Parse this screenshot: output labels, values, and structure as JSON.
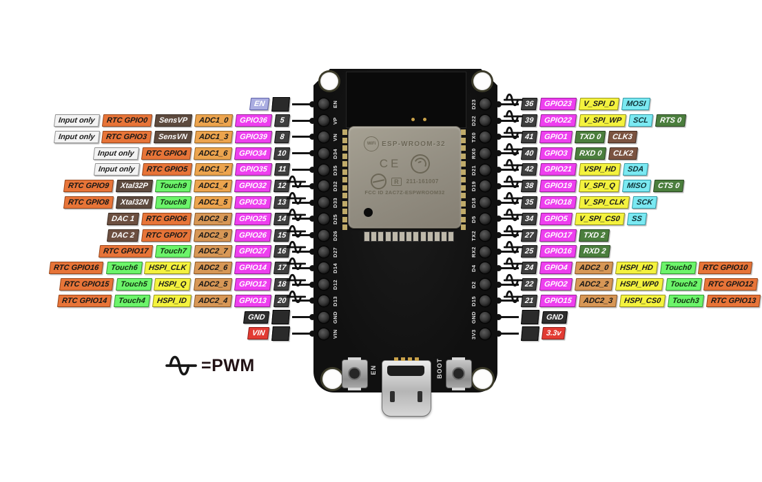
{
  "legend": {
    "pwm_label": "=PWM"
  },
  "palette": {
    "input": {
      "bg": "#F3F3F3",
      "fg": "#1A1A1A",
      "border": "#8F8F8F"
    },
    "rtc": {
      "bg": "#E77438",
      "fg": "#161616",
      "border": "#96451A"
    },
    "sens": {
      "bg": "#5D4A3E",
      "fg": "#FFFFFF",
      "border": "#362A21"
    },
    "xtal": {
      "bg": "#5D4A3E",
      "fg": "#FFFFFF",
      "border": "#362A21"
    },
    "dac": {
      "bg": "#6C4F40",
      "fg": "#FFFFFF",
      "border": "#3D2C21"
    },
    "adc1": {
      "bg": "#ECA44E",
      "fg": "#161616",
      "border": "#9A6520"
    },
    "adc2": {
      "bg": "#D79756",
      "fg": "#161616",
      "border": "#8A5523"
    },
    "gpio": {
      "bg": "#EE3FEF",
      "fg": "#FFFFFF",
      "border": "#971D98"
    },
    "touch": {
      "bg": "#6CF46A",
      "fg": "#103110",
      "border": "#2F9A2E"
    },
    "spi_yellow": {
      "bg": "#F4F23E",
      "fg": "#1A1A1A",
      "border": "#97951D"
    },
    "bus_cyan": {
      "bg": "#7BE9F2",
      "fg": "#0F3338",
      "border": "#2E97A3"
    },
    "uart_green": {
      "bg": "#4B7E3D",
      "fg": "#FFFFFF",
      "border": "#27461E"
    },
    "clk": {
      "bg": "#7B5340",
      "fg": "#FFFFFF",
      "border": "#442C20"
    },
    "en": {
      "bg": "#AAADE1",
      "fg": "#FFFFFF",
      "border": "#5C60A8"
    },
    "gnd": {
      "bg": "#2E2E2E",
      "fg": "#FFFFFF",
      "border": "#050505"
    },
    "power": {
      "bg": "#E23B33",
      "fg": "#FFFFFF",
      "border": "#8C1B15"
    },
    "pin_num": {
      "bg": "#3E3E3E",
      "fg": "#FFFFFF",
      "border": "#101010"
    }
  },
  "left_rows": [
    {
      "pin": null,
      "square": true,
      "pwm": false,
      "badges": [
        {
          "type": "en",
          "label": "EN"
        }
      ]
    },
    {
      "pin": "5",
      "square": false,
      "pwm": false,
      "badges": [
        {
          "type": "input",
          "label": "Input only"
        },
        {
          "type": "rtc",
          "label": "RTC GPIO0"
        },
        {
          "type": "sens",
          "label": "SensVP"
        },
        {
          "type": "adc1",
          "label": "ADC1_0"
        },
        {
          "type": "gpio",
          "label": "GPIO36"
        }
      ]
    },
    {
      "pin": "8",
      "square": false,
      "pwm": false,
      "badges": [
        {
          "type": "input",
          "label": "Input only"
        },
        {
          "type": "rtc",
          "label": "RTC GPIO3"
        },
        {
          "type": "sens",
          "label": "SensVN"
        },
        {
          "type": "adc1",
          "label": "ADC1_3"
        },
        {
          "type": "gpio",
          "label": "GPIO39"
        }
      ]
    },
    {
      "pin": "10",
      "square": false,
      "pwm": false,
      "badges": [
        {
          "type": "input",
          "label": "Input only"
        },
        {
          "type": "rtc",
          "label": "RTC GPIO4"
        },
        {
          "type": "adc1",
          "label": "ADC1_6"
        },
        {
          "type": "gpio",
          "label": "GPIO34"
        }
      ]
    },
    {
      "pin": "11",
      "square": false,
      "pwm": false,
      "badges": [
        {
          "type": "input",
          "label": "Input only"
        },
        {
          "type": "rtc",
          "label": "RTC GPIO5"
        },
        {
          "type": "adc1",
          "label": "ADC1_7"
        },
        {
          "type": "gpio",
          "label": "GPIO35"
        }
      ]
    },
    {
      "pin": "12",
      "square": false,
      "pwm": true,
      "badges": [
        {
          "type": "rtc",
          "label": "RTC GPIO9"
        },
        {
          "type": "xtal",
          "label": "Xtal32P"
        },
        {
          "type": "touch",
          "label": "Touch9"
        },
        {
          "type": "adc1",
          "label": "ADC1_4"
        },
        {
          "type": "gpio",
          "label": "GPIO32"
        }
      ]
    },
    {
      "pin": "13",
      "square": false,
      "pwm": true,
      "badges": [
        {
          "type": "rtc",
          "label": "RTC GPIO8"
        },
        {
          "type": "xtal",
          "label": "Xtal32N"
        },
        {
          "type": "touch",
          "label": "Touch8"
        },
        {
          "type": "adc1",
          "label": "ADC1_5"
        },
        {
          "type": "gpio",
          "label": "GPIO33"
        }
      ]
    },
    {
      "pin": "14",
      "square": false,
      "pwm": true,
      "badges": [
        {
          "type": "dac",
          "label": "DAC 1"
        },
        {
          "type": "rtc",
          "label": "RTC GPIO6"
        },
        {
          "type": "adc2",
          "label": "ADC2_8"
        },
        {
          "type": "gpio",
          "label": "GPIO25"
        }
      ]
    },
    {
      "pin": "15",
      "square": false,
      "pwm": true,
      "badges": [
        {
          "type": "dac",
          "label": "DAC 2"
        },
        {
          "type": "rtc",
          "label": "RTC GPIO7"
        },
        {
          "type": "adc2",
          "label": "ADC2_9"
        },
        {
          "type": "gpio",
          "label": "GPIO26"
        }
      ]
    },
    {
      "pin": "16",
      "square": false,
      "pwm": true,
      "badges": [
        {
          "type": "rtc",
          "label": "RTC GPIO17"
        },
        {
          "type": "touch",
          "label": "Touch7"
        },
        {
          "type": "adc2",
          "label": "ADC2_7"
        },
        {
          "type": "gpio",
          "label": "GPIO27"
        }
      ]
    },
    {
      "pin": "17",
      "square": false,
      "pwm": true,
      "badges": [
        {
          "type": "rtc",
          "label": "RTC GPIO16"
        },
        {
          "type": "touch",
          "label": "Touch6"
        },
        {
          "type": "spi_yellow",
          "label": "HSPI_CLK"
        },
        {
          "type": "adc2",
          "label": "ADC2_6"
        },
        {
          "type": "gpio",
          "label": "GPIO14"
        }
      ]
    },
    {
      "pin": "18",
      "square": false,
      "pwm": true,
      "badges": [
        {
          "type": "rtc",
          "label": "RTC GPIO15"
        },
        {
          "type": "touch",
          "label": "Touch5"
        },
        {
          "type": "spi_yellow",
          "label": "HSPI_Q"
        },
        {
          "type": "adc2",
          "label": "ADC2_5"
        },
        {
          "type": "gpio",
          "label": "GPIO12"
        }
      ]
    },
    {
      "pin": "20",
      "square": false,
      "pwm": true,
      "badges": [
        {
          "type": "rtc",
          "label": "RTC GPIO14"
        },
        {
          "type": "touch",
          "label": "Touch4"
        },
        {
          "type": "spi_yellow",
          "label": "HSPI_ID"
        },
        {
          "type": "adc2",
          "label": "ADC2_4"
        },
        {
          "type": "gpio",
          "label": "GPIO13"
        }
      ]
    },
    {
      "pin": null,
      "square": true,
      "pwm": false,
      "badges": [
        {
          "type": "gnd",
          "label": "GND"
        }
      ]
    },
    {
      "pin": null,
      "square": true,
      "pwm": false,
      "badges": [
        {
          "type": "power",
          "label": "VIN"
        }
      ]
    }
  ],
  "right_rows": [
    {
      "pin": "36",
      "square": false,
      "pwm": true,
      "badges": [
        {
          "type": "gpio",
          "label": "GPIO23"
        },
        {
          "type": "spi_yellow",
          "label": "V_SPI_D"
        },
        {
          "type": "bus_cyan",
          "label": "MOSI"
        }
      ]
    },
    {
      "pin": "39",
      "square": false,
      "pwm": true,
      "badges": [
        {
          "type": "gpio",
          "label": "GPIO22"
        },
        {
          "type": "spi_yellow",
          "label": "V_SPI_WP"
        },
        {
          "type": "bus_cyan",
          "label": "SCL"
        },
        {
          "type": "uart_green",
          "label": "RTS 0"
        }
      ]
    },
    {
      "pin": "41",
      "square": false,
      "pwm": true,
      "badges": [
        {
          "type": "gpio",
          "label": "GPIO1"
        },
        {
          "type": "uart_green",
          "label": "TXD 0"
        },
        {
          "type": "clk",
          "label": "CLK3"
        }
      ]
    },
    {
      "pin": "40",
      "square": false,
      "pwm": true,
      "badges": [
        {
          "type": "gpio",
          "label": "GPIO3"
        },
        {
          "type": "uart_green",
          "label": "RXD 0"
        },
        {
          "type": "clk",
          "label": "CLK2"
        }
      ]
    },
    {
      "pin": "42",
      "square": false,
      "pwm": true,
      "badges": [
        {
          "type": "gpio",
          "label": "GPIO21"
        },
        {
          "type": "spi_yellow",
          "label": "VSPI_HD"
        },
        {
          "type": "bus_cyan",
          "label": "SDA"
        }
      ]
    },
    {
      "pin": "38",
      "square": false,
      "pwm": true,
      "badges": [
        {
          "type": "gpio",
          "label": "GPIO19"
        },
        {
          "type": "spi_yellow",
          "label": "V_SPI_Q"
        },
        {
          "type": "bus_cyan",
          "label": "MISO"
        },
        {
          "type": "uart_green",
          "label": "CTS 0"
        }
      ]
    },
    {
      "pin": "35",
      "square": false,
      "pwm": true,
      "badges": [
        {
          "type": "gpio",
          "label": "GPIO18"
        },
        {
          "type": "spi_yellow",
          "label": "V_SPI_CLK"
        },
        {
          "type": "bus_cyan",
          "label": "SCK"
        }
      ]
    },
    {
      "pin": "34",
      "square": false,
      "pwm": true,
      "badges": [
        {
          "type": "gpio",
          "label": "GPIO5"
        },
        {
          "type": "spi_yellow",
          "label": "V_SPI_CS0"
        },
        {
          "type": "bus_cyan",
          "label": "SS"
        }
      ]
    },
    {
      "pin": "27",
      "square": false,
      "pwm": true,
      "badges": [
        {
          "type": "gpio",
          "label": "GPIO17"
        },
        {
          "type": "uart_green",
          "label": "TXD 2"
        }
      ]
    },
    {
      "pin": "25",
      "square": false,
      "pwm": true,
      "badges": [
        {
          "type": "gpio",
          "label": "GPIO16"
        },
        {
          "type": "uart_green",
          "label": "RXD 2"
        }
      ]
    },
    {
      "pin": "24",
      "square": false,
      "pwm": true,
      "badges": [
        {
          "type": "gpio",
          "label": "GPIO4"
        },
        {
          "type": "adc2",
          "label": "ADC2_0"
        },
        {
          "type": "spi_yellow",
          "label": "HSPI_HD"
        },
        {
          "type": "touch",
          "label": "Touch0"
        },
        {
          "type": "rtc",
          "label": "RTC GPIO10"
        }
      ]
    },
    {
      "pin": "22",
      "square": false,
      "pwm": true,
      "badges": [
        {
          "type": "gpio",
          "label": "GPIO2"
        },
        {
          "type": "adc2",
          "label": "ADC2_2"
        },
        {
          "type": "spi_yellow",
          "label": "HSPI_WP0"
        },
        {
          "type": "touch",
          "label": "Touch2"
        },
        {
          "type": "rtc",
          "label": "RTC GPIO12"
        }
      ]
    },
    {
      "pin": "21",
      "square": false,
      "pwm": true,
      "badges": [
        {
          "type": "gpio",
          "label": "GPIO15"
        },
        {
          "type": "adc2",
          "label": "ADC2_3"
        },
        {
          "type": "spi_yellow",
          "label": "HSPI_CS0"
        },
        {
          "type": "touch",
          "label": "Touch3"
        },
        {
          "type": "rtc",
          "label": "RTC GPIO13"
        }
      ]
    },
    {
      "pin": null,
      "square": true,
      "pwm": false,
      "badges": [
        {
          "type": "gnd",
          "label": "GND"
        }
      ]
    },
    {
      "pin": null,
      "square": true,
      "pwm": false,
      "badges": [
        {
          "type": "power",
          "label": "3.3v"
        }
      ]
    }
  ],
  "board": {
    "silkscreen": {
      "wifi_logo": "WiFi",
      "module_name": "ESP-WROOM-32",
      "ce_mark": "CE",
      "reg_mark": "R",
      "cert_number": "211-161007",
      "fcc_id": "FCC ID 2AC7Z-ESPWROOM32"
    },
    "left_pin_labels": [
      "EN",
      "VP",
      "VN",
      "D34",
      "D35",
      "D32",
      "D33",
      "D25",
      "D26",
      "D27",
      "D14",
      "D12",
      "D13",
      "GND",
      "VIN"
    ],
    "right_pin_labels": [
      "D23",
      "D22",
      "TX0",
      "RX0",
      "D21",
      "D19",
      "D18",
      "D5",
      "TX2",
      "RX2",
      "D4",
      "D2",
      "D15",
      "GND",
      "3V3"
    ],
    "en_button_label": "EN",
    "boot_button_label": "BOOT"
  }
}
